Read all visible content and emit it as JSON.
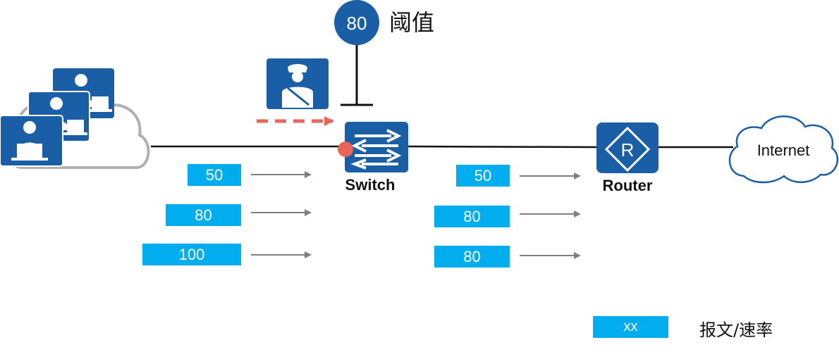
{
  "threshold": {
    "value": "80",
    "label": "阈值"
  },
  "switch": {
    "label": "Switch"
  },
  "router": {
    "label": "Router"
  },
  "internet": {
    "label": "Internet"
  },
  "incoming_rates": [
    "50",
    "80",
    "100"
  ],
  "outgoing_rates": [
    "50",
    "80",
    "80"
  ],
  "legend": {
    "sample": "xx",
    "label": "报文/速率"
  },
  "colors": {
    "device_blue": "#1a5fa6",
    "badge_cyan": "#00adef",
    "marker_red": "#e8655a",
    "cloud_gray": "#b0b0b0"
  },
  "icons": [
    "user-at-computer-icon",
    "police-officer-icon",
    "switch-arrows-icon",
    "router-icon",
    "cloud-icon"
  ]
}
